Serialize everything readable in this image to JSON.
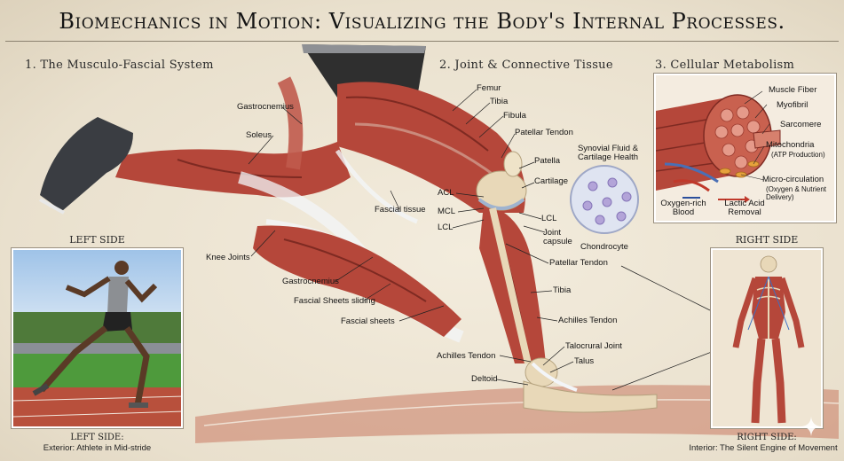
{
  "title": "Biomechanics in Motion: Visualizing the Body's Internal Processes.",
  "sections": {
    "s1": "1. The Musculo-Fascial System",
    "s2": "2. Joint & Connective Tissue",
    "s3": "3. Cellular Metabolism"
  },
  "left_side": {
    "heading": "LEFT SIDE",
    "caption_title": "LEFT SIDE:",
    "caption_sub": "Exterior: Athlete in Mid-stride"
  },
  "right_side": {
    "heading": "RIGHT SIDE",
    "caption_title": "RIGHT SIDE:",
    "caption_sub": "Interior: The Silent Engine of Movement"
  },
  "labels": {
    "gastrocnemius_top": "Gastrocnemius",
    "soleus": "Soleus",
    "fascial_tissue": "Fascial tissue",
    "knee_joints": "Knee Joints",
    "gastrocnemius_bottom": "Gastrocnemius",
    "fascial_sheets_sliding": "Fascial Sheets sliding",
    "fascial_sheets": "Fascial sheets",
    "femur": "Femur",
    "tibia_top": "Tibia",
    "fibula": "Fibula",
    "patellar_tendon_top": "Patellar Tendon",
    "patella": "Patella",
    "cartilage": "Cartilage",
    "acl": "ACL",
    "mcl": "MCL",
    "lcl_left": "LCL",
    "lcl_right": "LCL",
    "joint_capsule": "Joint capsule",
    "synovial": "Synovial Fluid & Cartilage Health",
    "chondrocyte": "Chondrocyte",
    "patellar_tendon_bottom": "Patellar Tendon",
    "tibia_bottom": "Tibia",
    "achilles_right": "Achilles Tendon",
    "achilles_left": "Achilles Tendon",
    "talocrural": "Talocrural Joint",
    "talus": "Talus",
    "deltoid": "Deltoid",
    "muscle_fiber": "Muscle Fiber",
    "myofibril": "Myofibril",
    "sarcomere": "Sarcomere",
    "mitochondria": "Mitochondria",
    "mitochondria_sub": "(ATP Production)",
    "microcirculation": "Micro-circulation",
    "microcirculation_sub": "(Oxygen & Nutrient Delivery)",
    "oxygen_blood": "Oxygen-rich Blood",
    "lactic": "Lactic Acid Removal"
  },
  "colors": {
    "muscle": "#b5473a",
    "muscle_dark": "#7e2a22",
    "fascia": "#e9edf2",
    "bone": "#e8d8b8",
    "track": "#b85a48",
    "background": "#eee6d6"
  }
}
